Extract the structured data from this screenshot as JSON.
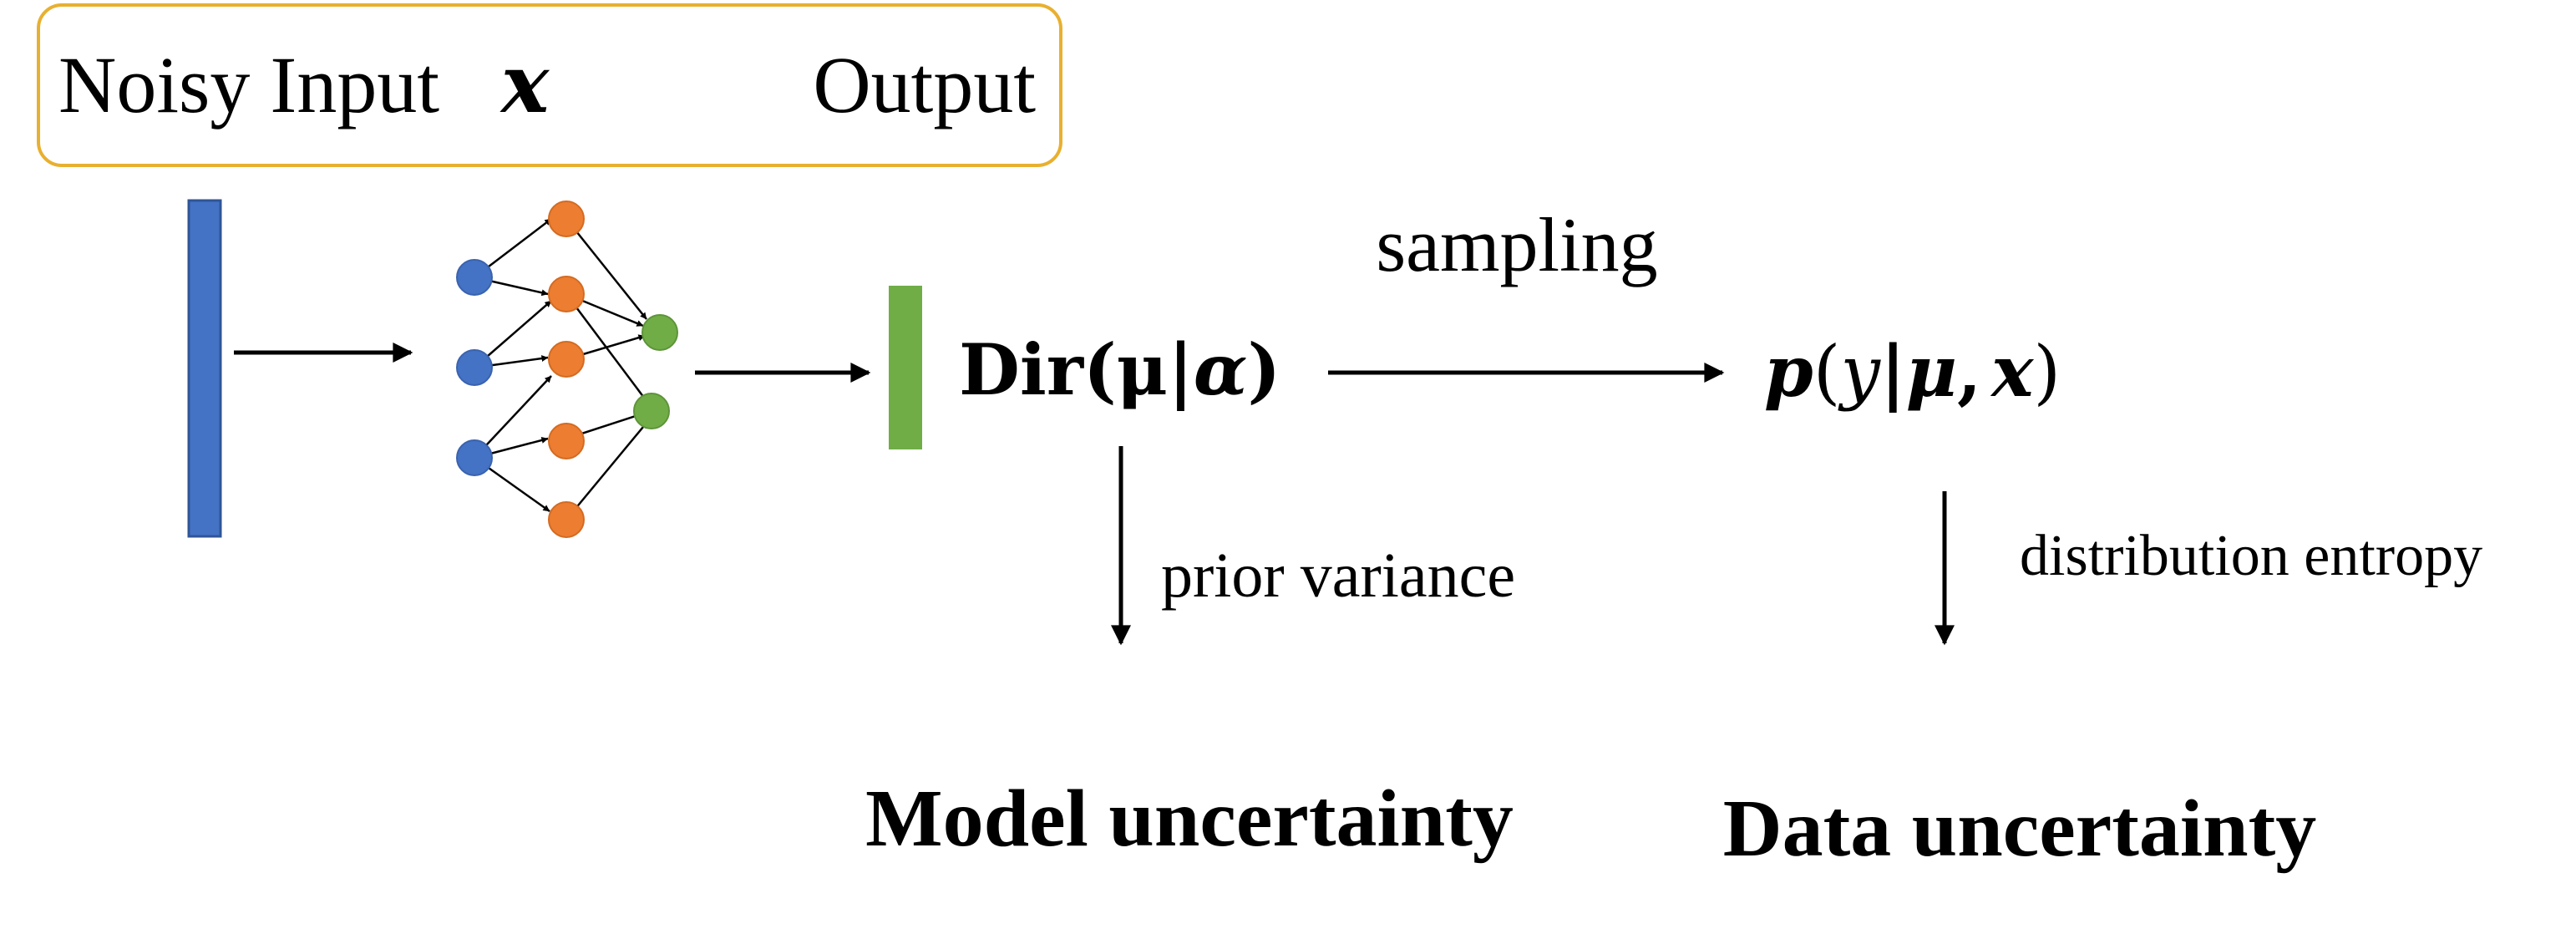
{
  "legend": {
    "input_label": "Noisy Input",
    "input_symbol": "x",
    "output_label": "Output"
  },
  "edges": {
    "sampling_label": "sampling",
    "prior_label": "prior variance",
    "entropy_label": "distribution entropy"
  },
  "formulas": {
    "dirichlet": {
      "func": "Dir(",
      "mu": "μ",
      "bar": "|",
      "alpha": "α",
      "close": ")"
    },
    "likelihood": {
      "p": "p",
      "open": "(",
      "y": "y",
      "bar": "|",
      "mu": "μ",
      "comma": ",",
      "x": "x",
      "close": ")"
    }
  },
  "outcomes": {
    "model": "Model uncertainty",
    "data": "Data uncertainty"
  },
  "colors": {
    "legend_border": "#E8B030",
    "input_bar": "#4472C4",
    "input_node": "#4472C4",
    "hidden_node": "#ED7D31",
    "output_node": "#70AD47",
    "output_bar": "#70AD47",
    "arrow": "#000000"
  }
}
